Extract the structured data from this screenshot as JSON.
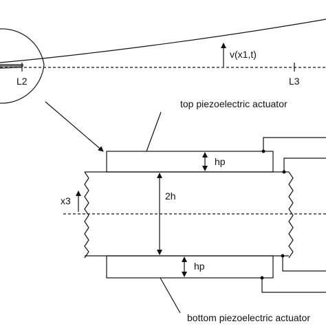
{
  "labels": {
    "deflection": "v(x1,t)",
    "l2": "L2",
    "l3": "L3",
    "top_actuator": "top piezoelectric actuator",
    "bottom_actuator": "bottom piezoelectric actuator",
    "hp_top": "hp",
    "hp_bottom": "hp",
    "thickness": "2h",
    "x3": "x3"
  }
}
